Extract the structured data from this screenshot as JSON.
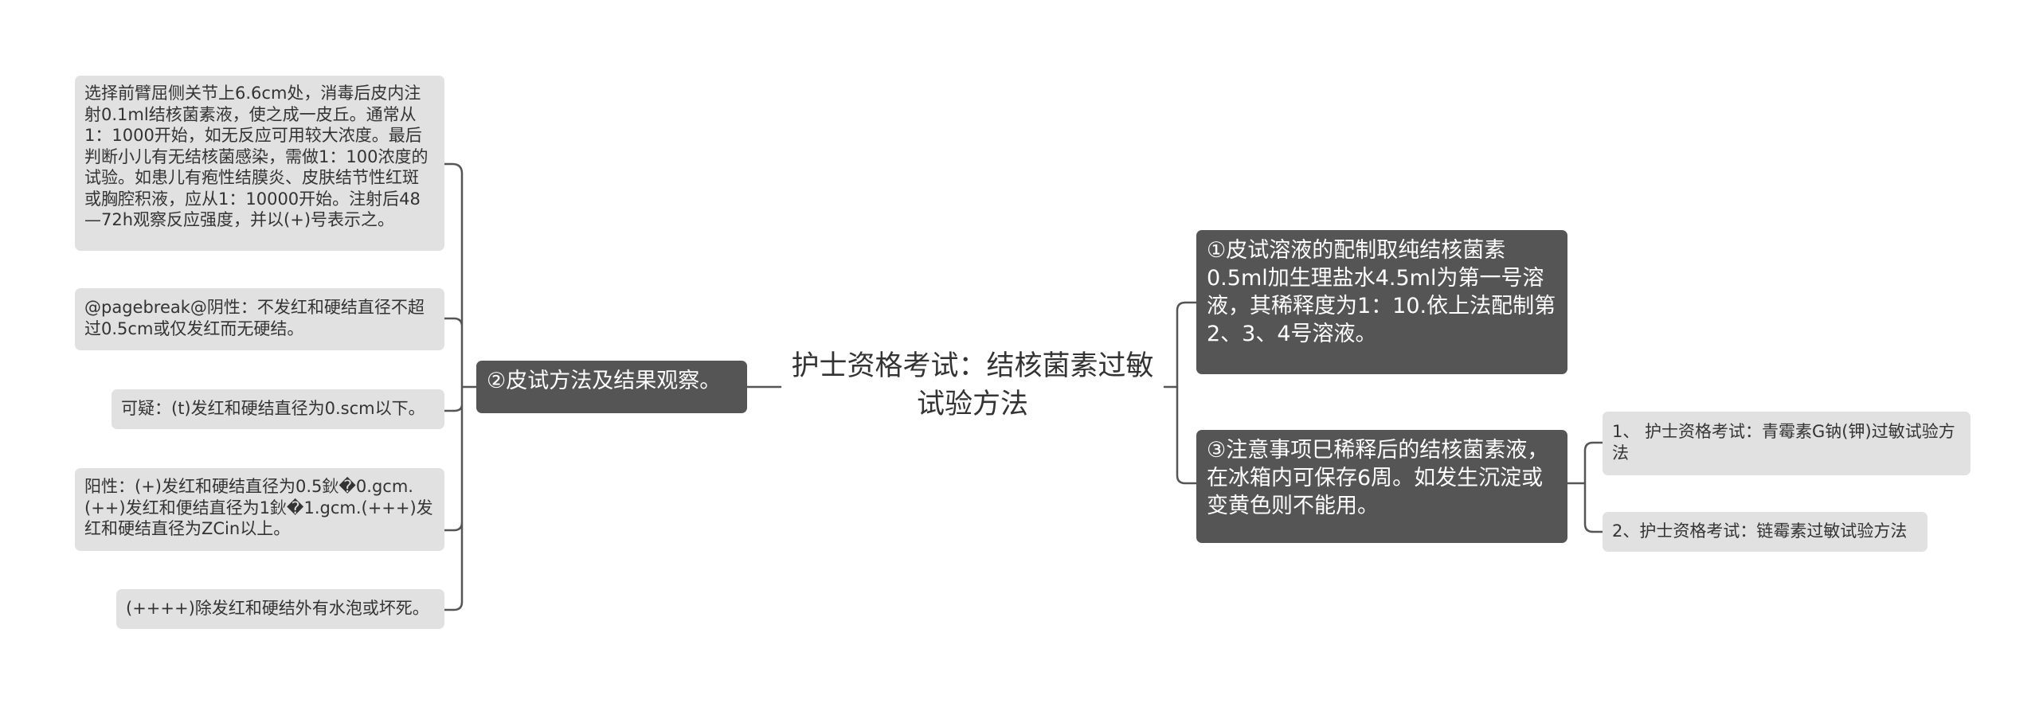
{
  "root": {
    "title": "护士资格考试：结核菌素过敏试验方法"
  },
  "branches": {
    "left": {
      "label": "②皮试方法及结果观察。",
      "children": [
        "选择前臂屈侧关节上6.6cm处，消毒后皮内注射0.1ml结核菌素液，使之成一皮丘。通常从1：1000开始，如无反应可用较大浓度。最后判断小儿有无结核菌感染，需做1：100浓度的试验。如患儿有疱性结膜炎、皮肤结节性红斑或胸腔积液，应从1：10000开始。注射后48—72h观察反应强度，并以(+)号表示之。",
        "@pagebreak@阴性：不发红和硬结直径不超过0.5cm或仅发红而无硬结。",
        "可疑：(t)发红和硬结直径为0.scm以下。",
        "阳性：(+)发红和硬结直径为0.5鈥�0.gcm.(++)发红和便结直径为1鈥�1.gcm.(+++)发红和硬结直径为ZCin以上。",
        "(++++)除发红和硬结外有水泡或坏死。"
      ]
    },
    "right_top": {
      "label": "①皮试溶液的配制取纯结核菌素0.5ml加生理盐水4.5ml为第一号溶液，其稀释度为1：10.依上法配制第2、3、4号溶液。"
    },
    "right_bottom": {
      "label": "③注意事项巳稀释后的结核菌素液，在冰箱内可保存6周。如发生沉淀或变黄色则不能用。",
      "children": [
        "1、 护士资格考试：青霉素G钠(钾)过敏试验方法",
        "2、护士资格考试：链霉素过敏试验方法"
      ]
    }
  },
  "colors": {
    "branch_fill": "#555555",
    "leaf_fill": "#e1e1e1",
    "connector": "#555555",
    "text_dark": "#333333"
  }
}
